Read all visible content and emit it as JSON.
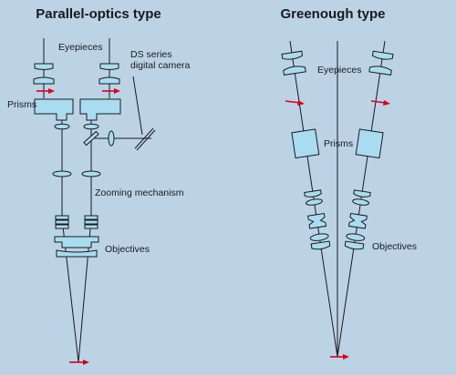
{
  "colors": {
    "background": "#bcd3e6",
    "lens_fill": "#a9dcf1",
    "outline": "#1a1a1a",
    "arrow": "#d9001b"
  },
  "parallel": {
    "title": "Parallel-optics type",
    "labels": {
      "eyepieces": "Eyepieces",
      "camera_line1": "DS series",
      "camera_line2": "digital camera",
      "prisms": "Prisms",
      "zooming": "Zooming mechanism",
      "objectives": "Objectives"
    }
  },
  "greenough": {
    "title": "Greenough type",
    "labels": {
      "eyepieces": "Eyepieces",
      "prisms": "Prisms",
      "objectives": "Objectives"
    }
  }
}
